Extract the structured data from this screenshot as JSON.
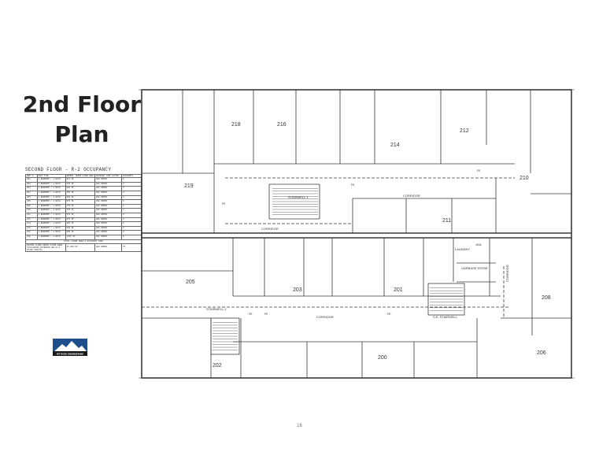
{
  "page": {
    "title_line1": "2nd Floor",
    "title_line2": "Plan",
    "page_number": "16"
  },
  "occupancy": {
    "title": "SECOND FLOOR - R-2 OCCUPANCY",
    "headers": [
      "UNIT #",
      "UNIT TYPE",
      "APPROX. GROSS FLOOR AREA",
      "OCCUPANT LOAD FACTOR",
      "OCCUPANTS"
    ],
    "rows": [
      [
        "201",
        "2 BEDROOM / 1 BATH",
        "915 SF",
        "200 GROSS",
        "5"
      ],
      [
        "202",
        "1 BEDROOM / 1 BATH",
        "785 SF",
        "200 GROSS",
        "4"
      ],
      [
        "203",
        "2 BEDROOM / 2 BATH",
        "980 SF",
        "200 GROSS",
        "5"
      ],
      [
        "204",
        "1 BEDROOM / 1 BATH",
        "650 SF",
        "200 GROSS",
        "4"
      ],
      [
        "205",
        "1 BEDROOM / 1 BATH",
        "690 SF",
        "200 GROSS",
        "4"
      ],
      [
        "206",
        "2 BEDROOM / 1 BATH",
        "975 SF",
        "200 GROSS",
        "5"
      ],
      [
        "208",
        "1 BEDROOM / 1 BATH",
        "770 SF",
        "200 GROSS",
        "4"
      ],
      [
        "210",
        "1 BEDROOM / 1 BATH",
        "725 SF",
        "200 GROSS",
        "4"
      ],
      [
        "211",
        "1 BEDROOM / 1 BATH",
        "570 SF",
        "200 GROSS",
        "3"
      ],
      [
        "212",
        "1 BEDROOM / 1 BATH",
        "675 SF",
        "200 GROSS",
        "4"
      ],
      [
        "214",
        "2 BEDROOM / 1 BATH",
        "880 SF",
        "200 GROSS",
        "5"
      ],
      [
        "216",
        "1 BEDROOM / 1 BATH",
        "560 SF",
        "200 GROSS",
        "3"
      ],
      [
        "218",
        "1 BEDROOM / 1 BATH",
        "590 SF",
        "200 GROSS",
        "3"
      ],
      [
        "219",
        "2 BEDROOM / 2 BATH",
        "1025 SF",
        "200 GROSS",
        "6"
      ]
    ],
    "total_label": "TOTAL FLOOR AREA & OCCUPANT LOAD",
    "summary": [
      "SECOND FLOOR GROSS FLOOR AREA (EXCLUDING EXTERIOR WALLS & STAIR SHAFTS)",
      "15,000 SF",
      "200 GROSS",
      "75"
    ]
  },
  "logo": {
    "text": "MT ROSE ENGINEERING",
    "colors": {
      "sky": "#1f4e8c",
      "mountain": "#ffffff",
      "band": "#1a1a1a"
    }
  },
  "plan": {
    "line_color": "#3a3a3a",
    "rooms": [
      "218",
      "216",
      "214",
      "212",
      "210",
      "219",
      "211",
      "205",
      "203",
      "201",
      "208",
      "202",
      "200",
      "206"
    ],
    "corridor_upper_left": "CORRIDOR",
    "corridor_upper_right": "CORRIDOR",
    "corridor_lower": "CORRIDOR",
    "stair_upper": "STAIRWELL 1",
    "stair_left": "STAIRWELL 2",
    "stair_right": "S.E. STAIRWELL",
    "laundry": "LAUNDRY",
    "janitor": "JAN",
    "garbage": "GARBAGE ROOM",
    "corridor_vertical": "CORRIDOR",
    "fire_ext": [
      "FE",
      "FE",
      "FE",
      "FE",
      "FE",
      "FE"
    ]
  }
}
